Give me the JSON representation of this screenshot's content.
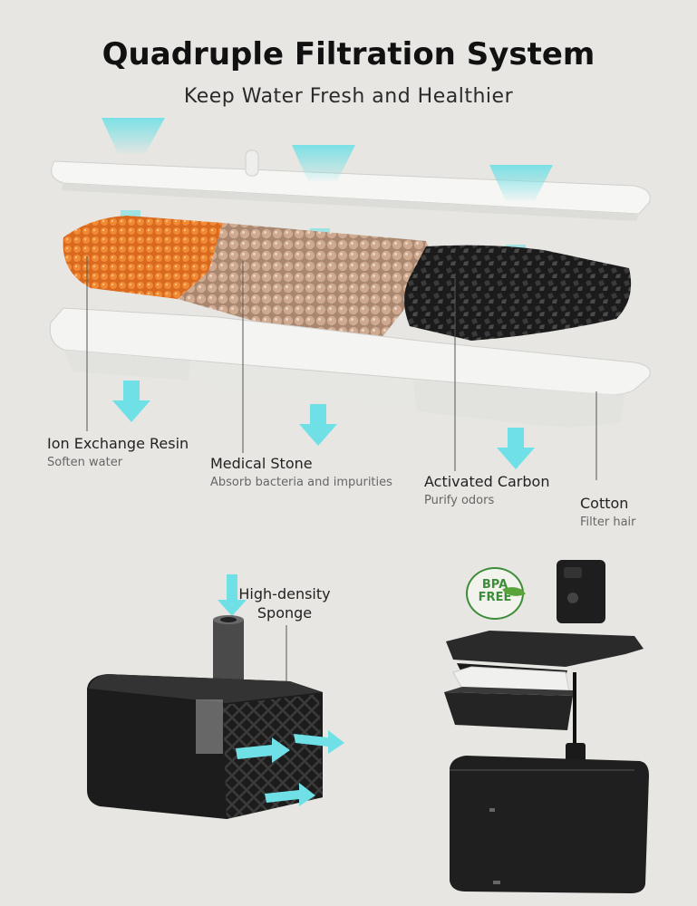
{
  "title": "Quadruple Filtration System",
  "subtitle": "Keep Water Fresh and Healthier",
  "layers": [
    {
      "name": "Ion Exchange Resin",
      "description": "Soften water"
    },
    {
      "name": "Medical Stone",
      "description": "Absorb bacteria and impurities"
    },
    {
      "name": "Activated Carbon",
      "description": "Purify odors"
    },
    {
      "name": "Cotton",
      "description": "Filter hair"
    }
  ],
  "sponge_label": "High-density Sponge",
  "badge": {
    "line1": "BPA",
    "line2": "FREE"
  },
  "colors": {
    "background": "#e7e6e2",
    "water": "#6fe0e6",
    "resin": "#e07a2a",
    "stone": "#c9a58a",
    "carbon": "#2a2a2a",
    "badge_green": "#3d8c3a"
  }
}
